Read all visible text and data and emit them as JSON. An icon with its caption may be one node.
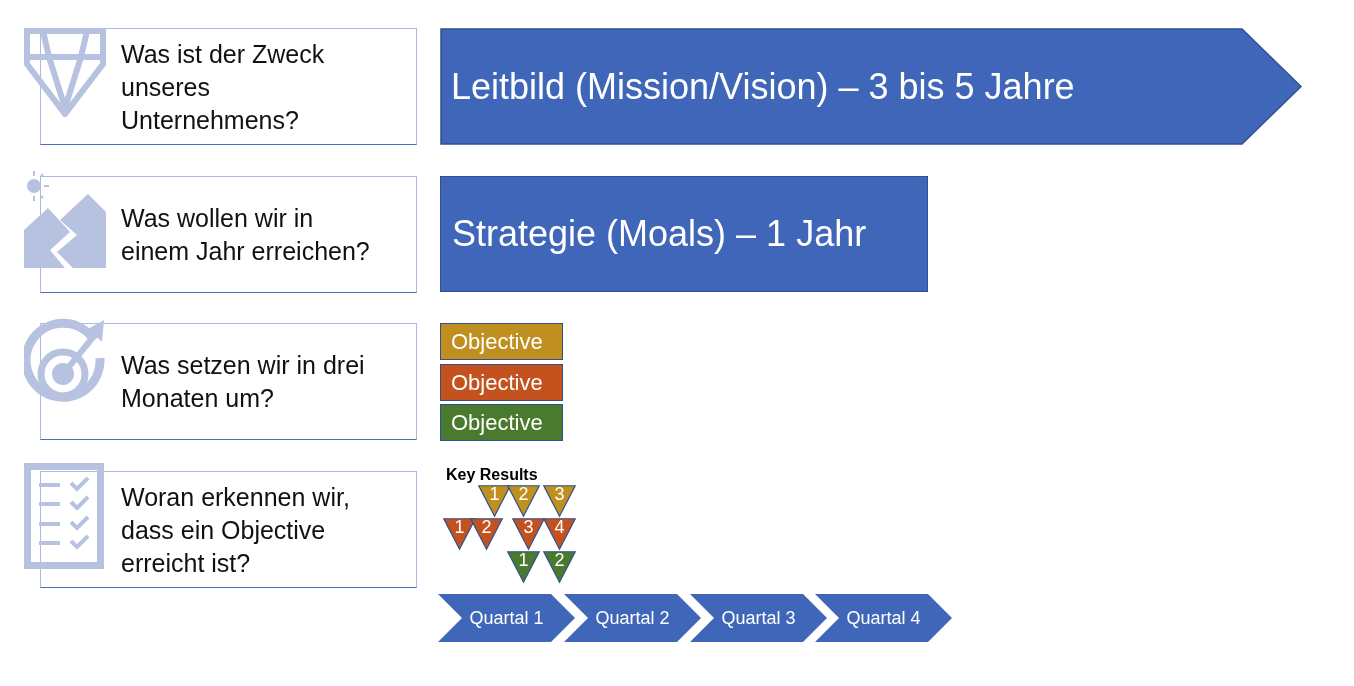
{
  "diagram": {
    "nodes": [
      {
        "text": [
          "Was ist der Zweck unseres Unternehmens?"
        ]
      },
      {
        "text": [
          "Leitbild (Mission/Vision) – 3 bis 5 Jahre"
        ]
      },
      {
        "text": [
          "Was wollen wir in einem Jahr erreichen?"
        ]
      },
      {
        "text": [
          "Strategie (Moals) – 1 Jahr"
        ]
      },
      {
        "text": [
          "Was setzen wir in drei Monaten um?"
        ]
      },
      {
        "text": [
          "Objective"
        ]
      },
      {
        "text": [
          "Objective"
        ]
      },
      {
        "text": [
          "Objective"
        ]
      },
      {
        "text": [
          "Woran erkennen wir, dass ein Objective erreicht ist?"
        ]
      },
      {
        "text": [
          "1"
        ]
      },
      {
        "text": [
          "2"
        ]
      },
      {
        "text": [
          "3"
        ]
      },
      {
        "text": [
          "1"
        ]
      },
      {
        "text": [
          "2"
        ]
      },
      {
        "text": [
          "3"
        ]
      },
      {
        "text": [
          "4"
        ]
      },
      {
        "text": [
          "1"
        ]
      },
      {
        "text": [
          "2"
        ]
      },
      {
        "text": [
          "Quartal 1"
        ]
      },
      {
        "text": [
          "Quartal 2"
        ]
      },
      {
        "text": [
          "Quartal 3"
        ]
      },
      {
        "text": [
          "Quartal 4"
        ]
      }
    ],
    "labels": [
      "Key Results"
    ]
  }
}
